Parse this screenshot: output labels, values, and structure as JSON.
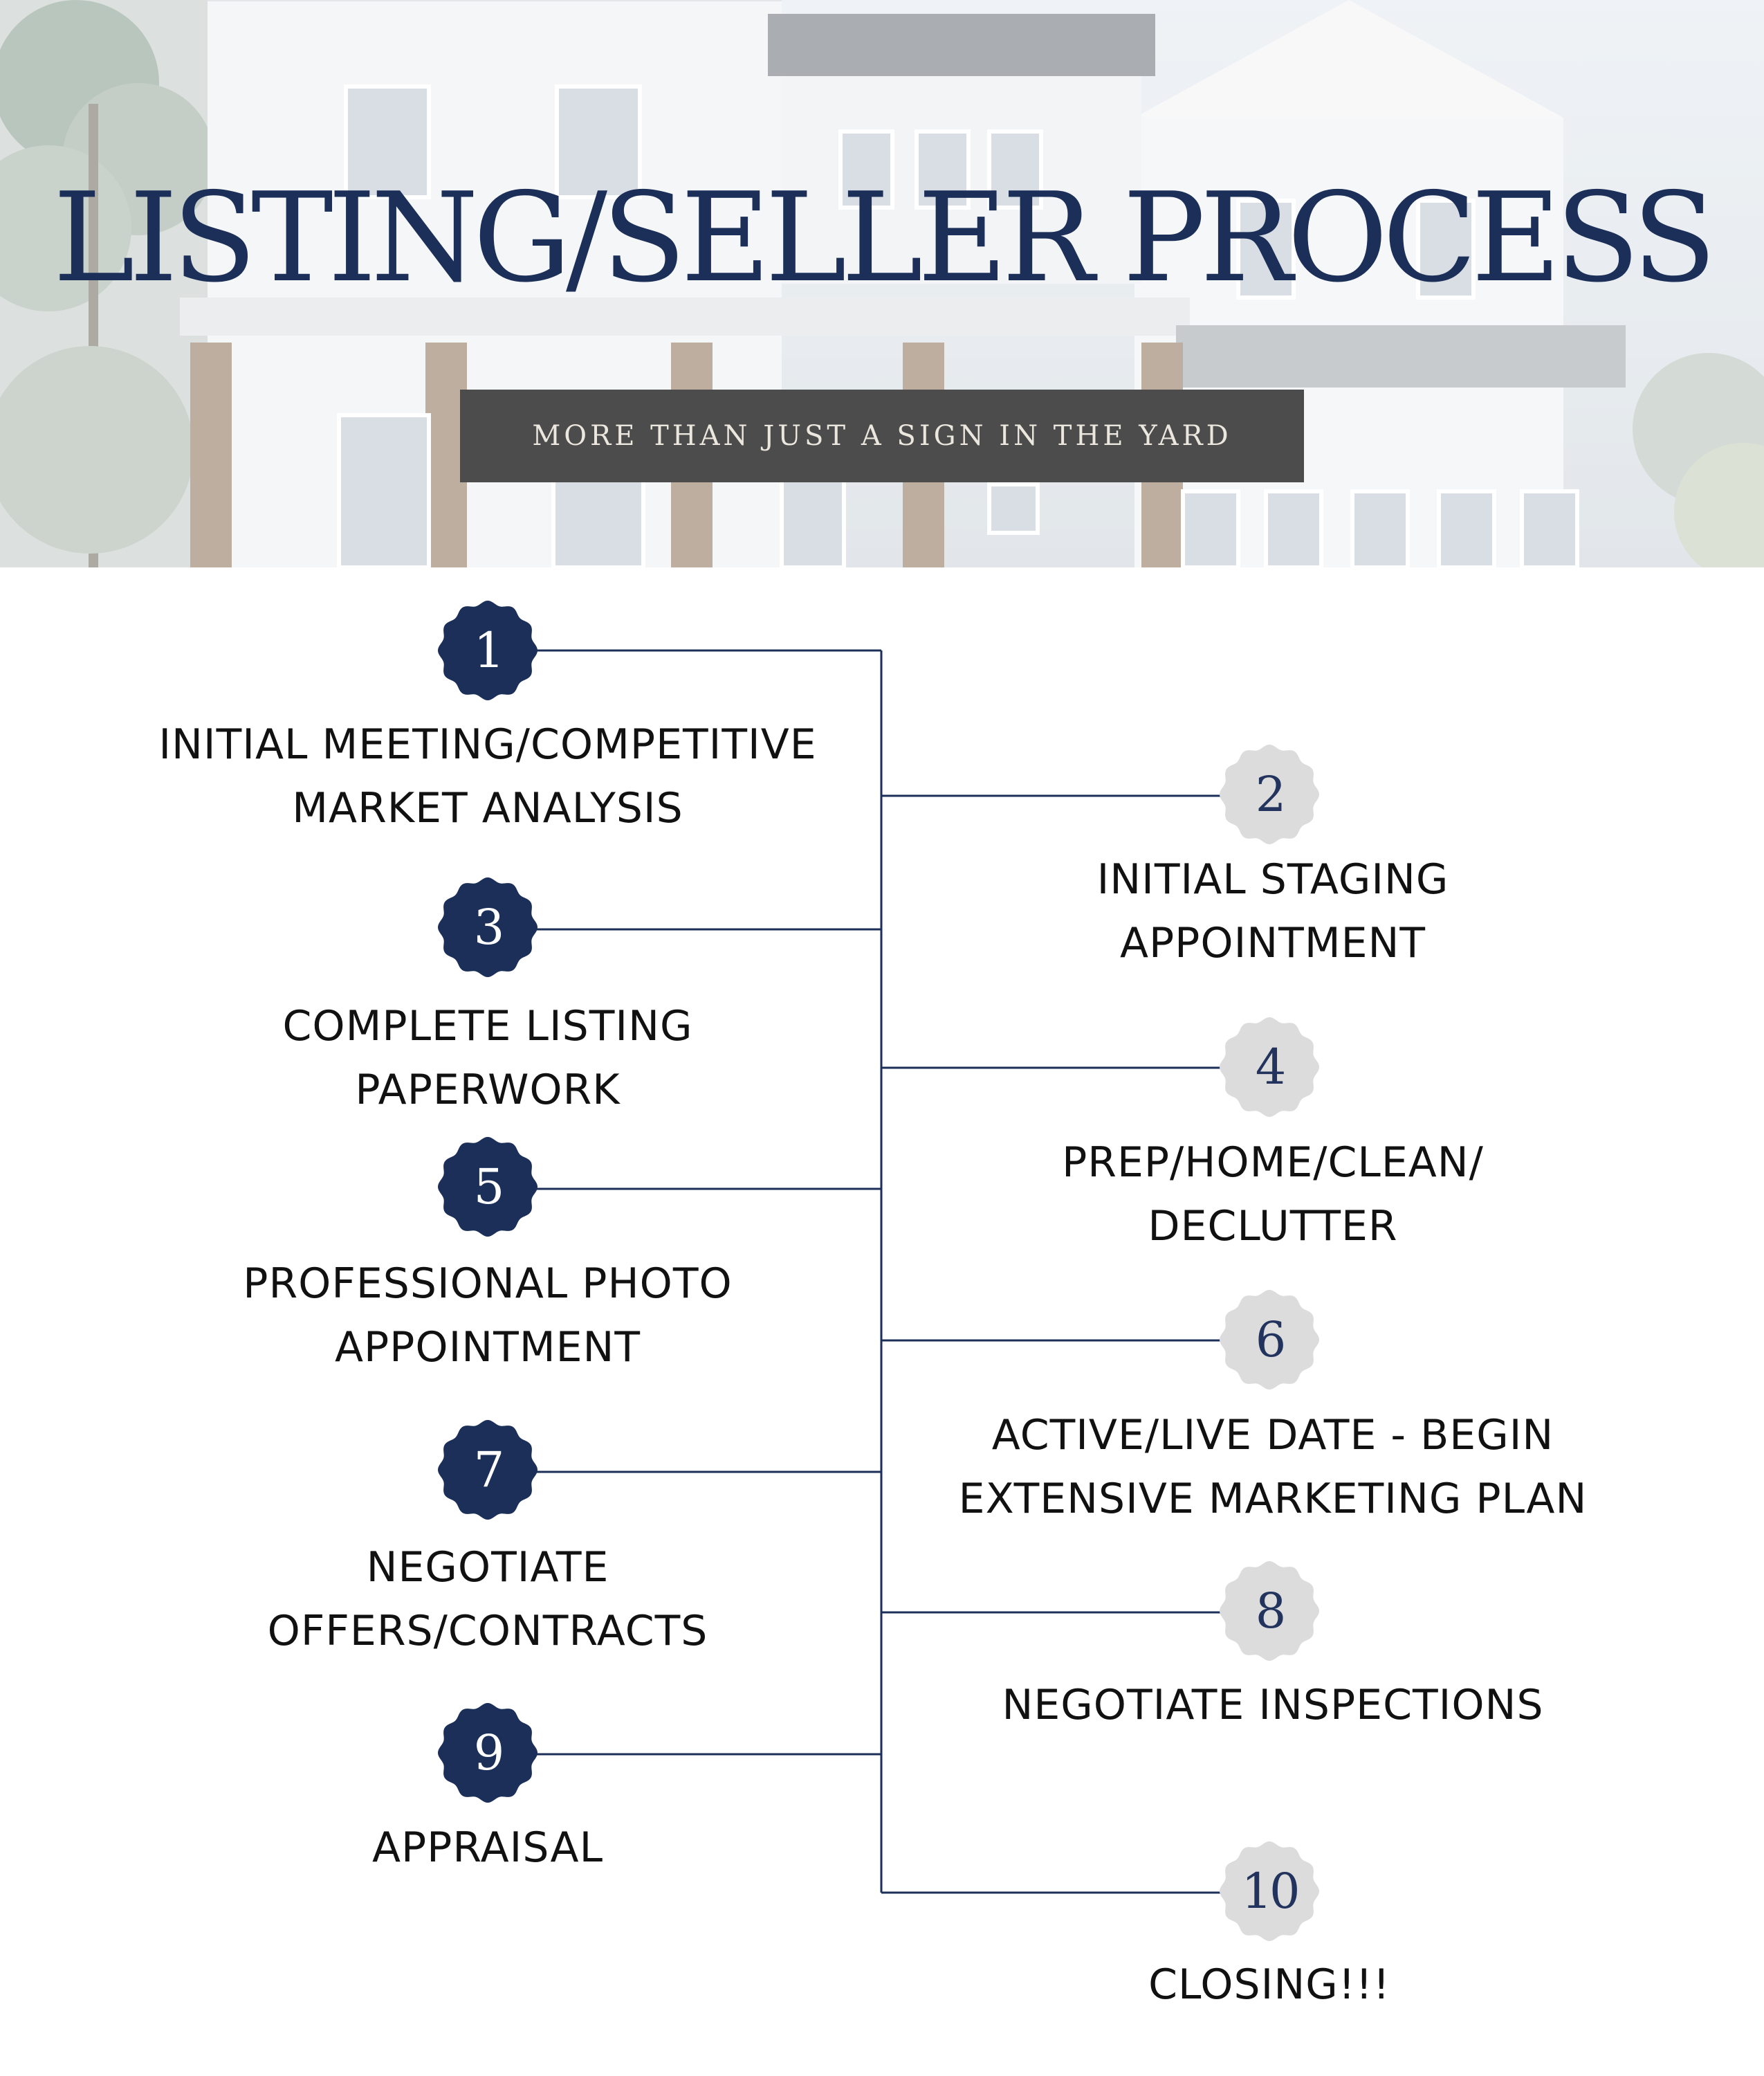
{
  "header": {
    "title": "LISTING/SELLER PROCESS",
    "subtitle": "MORE THAN JUST A SIGN IN THE YARD"
  },
  "colors": {
    "navy": "#1b2f59",
    "badge_gray": "#dcdcdc",
    "subtitle_bar": "#4c4c4c",
    "connector": "#1b2f59"
  },
  "steps": [
    {
      "number": "1",
      "lines": [
        "INITIAL MEETING/COMPETITIVE",
        "MARKET ANALYSIS"
      ]
    },
    {
      "number": "2",
      "lines": [
        "INITIAL STAGING",
        "APPOINTMENT"
      ]
    },
    {
      "number": "3",
      "lines": [
        "COMPLETE LISTING",
        "PAPERWORK"
      ]
    },
    {
      "number": "4",
      "lines": [
        "PREP/HOME/CLEAN/",
        "DECLUTTER"
      ]
    },
    {
      "number": "5",
      "lines": [
        "PROFESSIONAL PHOTO",
        "APPOINTMENT"
      ]
    },
    {
      "number": "6",
      "lines": [
        "ACTIVE/LIVE DATE - BEGIN",
        "EXTENSIVE MARKETING PLAN"
      ]
    },
    {
      "number": "7",
      "lines": [
        "NEGOTIATE",
        "OFFERS/CONTRACTS"
      ]
    },
    {
      "number": "8",
      "lines": [
        "NEGOTIATE INSPECTIONS"
      ]
    },
    {
      "number": "9",
      "lines": [
        "APPRAISAL"
      ]
    },
    {
      "number": "10",
      "lines": [
        "CLOSING!!!"
      ]
    }
  ]
}
